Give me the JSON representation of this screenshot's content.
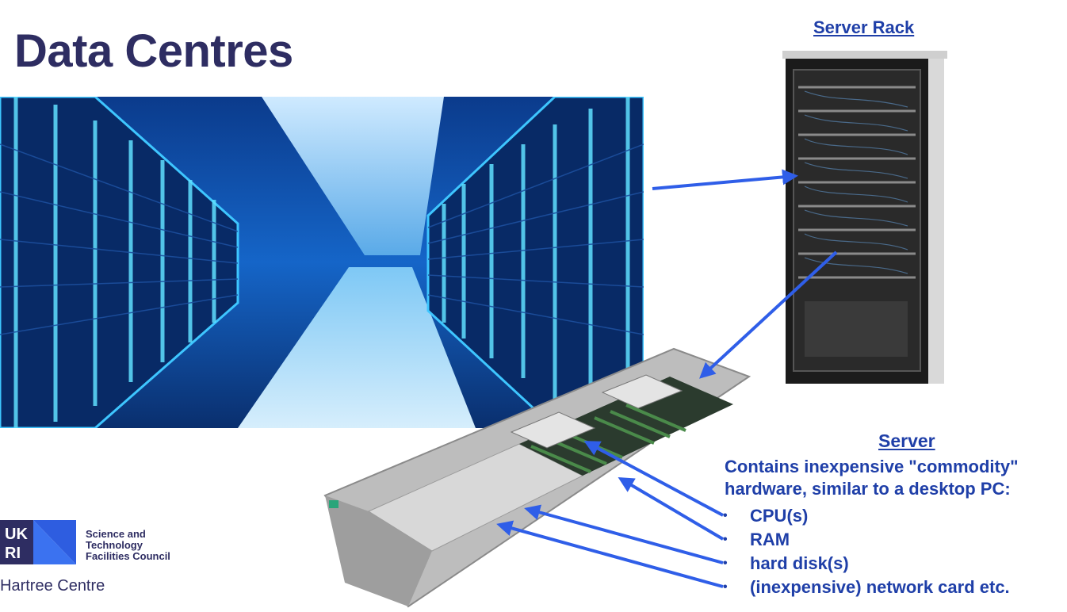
{
  "slide": {
    "title": "Data Centres",
    "rack_label": "Server Rack",
    "server_label": "Server",
    "description_lines": [
      "Contains inexpensive \"commodity\"",
      "hardware, similar to a desktop PC:"
    ],
    "components": [
      "CPU(s)",
      "RAM",
      "hard disk(s)",
      "(inexpensive) network card etc."
    ]
  },
  "logo": {
    "mark_text": "UK RI",
    "org_lines": [
      "Science and",
      "Technology",
      "Facilities Council"
    ],
    "centre": "Hartree Centre"
  },
  "colors": {
    "title": "#2e2d62",
    "accent": "#1f3fa8",
    "arrow": "#2f5ee8"
  }
}
